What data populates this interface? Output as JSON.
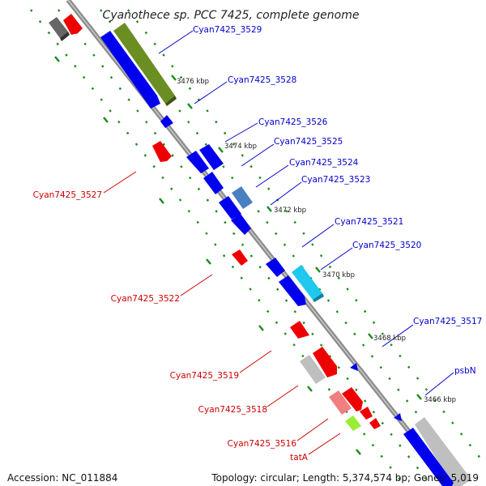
{
  "title": "Cyanothece sp. PCC 7425, complete genome",
  "footer": {
    "accession": "Accession: NC_011884",
    "topology": "Topology: circular; Length: 5,374,574 bp; Genes: 5,019"
  },
  "ticks": [
    "3476 kbp",
    "3474 kbp",
    "3472 kbp",
    "3470 kbp",
    "3468 kbp",
    "3466 kbp"
  ],
  "genes": [
    {
      "label": "Cyan7425_3529",
      "color": "#0000cc"
    },
    {
      "label": "Cyan7425_3528",
      "color": "#0000cc"
    },
    {
      "label": "Cyan7425_3526",
      "color": "#0000cc"
    },
    {
      "label": "Cyan7425_3525",
      "color": "#0000cc"
    },
    {
      "label": "Cyan7425_3524",
      "color": "#0000cc"
    },
    {
      "label": "Cyan7425_3523",
      "color": "#0000cc"
    },
    {
      "label": "Cyan7425_3521",
      "color": "#0000cc"
    },
    {
      "label": "Cyan7425_3520",
      "color": "#0000cc"
    },
    {
      "label": "Cyan7425_3517",
      "color": "#0000cc"
    },
    {
      "label": "psbN",
      "color": "#0000cc"
    },
    {
      "label": "Cyan7425_3527",
      "color": "#cc0000"
    },
    {
      "label": "Cyan7425_3522",
      "color": "#cc0000"
    },
    {
      "label": "Cyan7425_3519",
      "color": "#cc0000"
    },
    {
      "label": "Cyan7425_3518",
      "color": "#cc0000"
    },
    {
      "label": "Cyan7425_3516",
      "color": "#cc0000"
    },
    {
      "label": "tatA",
      "color": "#cc0000"
    }
  ],
  "colors": {
    "backbone": "#8c8c8c",
    "cds_forward": "#0000ee",
    "cds_reverse": "#ee0000",
    "tick_dash": "#1a8a1a",
    "connector_forward": "#0000cc",
    "connector_reverse": "#cc0000"
  }
}
